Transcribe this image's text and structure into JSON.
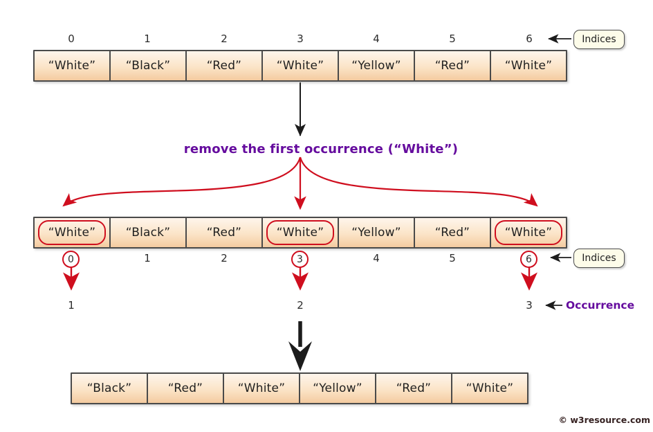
{
  "labels": {
    "indices": "Indices",
    "occurrence": "Occurrence",
    "remove_caption": "remove the first occurrence (“White”)",
    "watermark": "© w3resource.com"
  },
  "colors": {
    "accent_red": "#cf0e1e",
    "purple": "#650c9e",
    "cell_gradient_top": "#fef5ec",
    "cell_gradient_bottom": "#f4cba0",
    "callout_bg": "#fdfce9",
    "border_dark": "#4a4a4a"
  },
  "indices": [
    "0",
    "1",
    "2",
    "3",
    "4",
    "5",
    "6"
  ],
  "arrays": {
    "top": {
      "cells": [
        "“White”",
        "“Black”",
        "“Red”",
        "“White”",
        "“Yellow”",
        "“Red”",
        "“White”"
      ]
    },
    "middle": {
      "cells": [
        "“White”",
        "“Black”",
        "“Red”",
        "“White”",
        "“Yellow”",
        "“Red”",
        "“White”"
      ],
      "highlighted_positions": [
        0,
        3,
        6
      ],
      "circled_indices": [
        "0",
        "3",
        "6"
      ]
    },
    "bottom": {
      "cells": [
        "“Black”",
        "“Red”",
        "“White”",
        "“Yellow”",
        "“Red”",
        "“White”"
      ]
    }
  },
  "occurrence": {
    "values": [
      "1",
      "2",
      "3"
    ]
  }
}
